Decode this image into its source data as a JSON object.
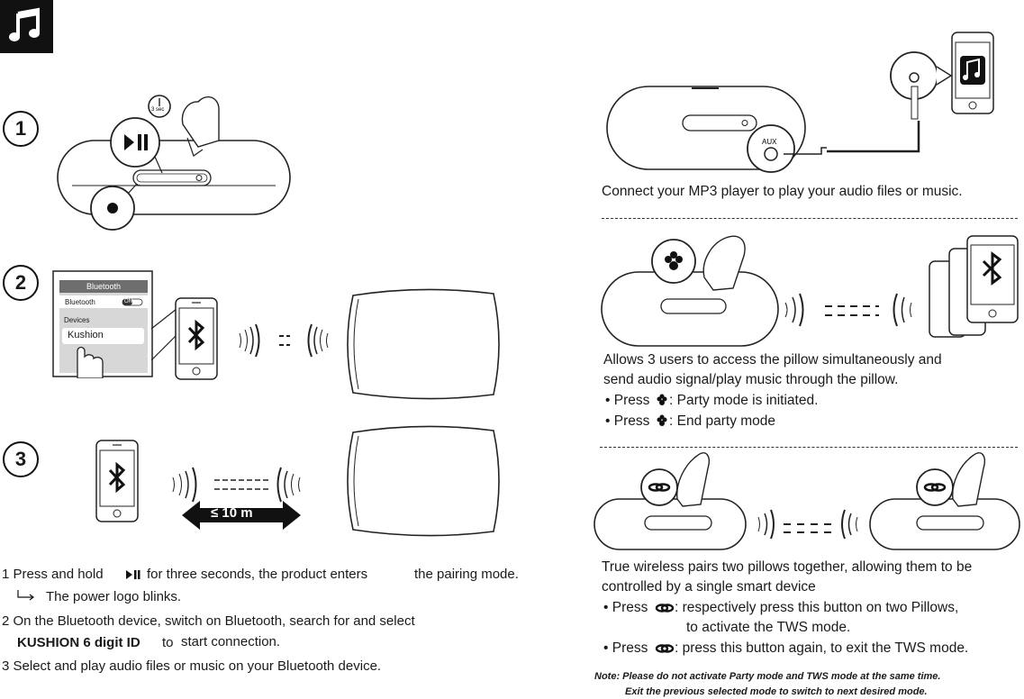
{
  "step_numbers": [
    "1",
    "2",
    "3"
  ],
  "illustrations": {
    "timer_label": "3 sec",
    "bt_screen_title": "Bluetooth",
    "bt_row_label": "Bluetooth",
    "bt_toggle": "ON",
    "devices_label": "Devices",
    "device_name": "Kushion",
    "distance": "≤ 10 m",
    "aux_label": "AUX"
  },
  "left_instructions": {
    "step1_a": "1  Press and hold",
    "step1_b": "for three seconds, the product enters",
    "step1_c": "the pairing mode.",
    "step1_sub": "The power logo blinks.",
    "step2_a": "2  On the Bluetooth device, switch on Bluetooth, search for and select",
    "step2_id": "KUSHION  6 digit ID",
    "step2_to": "to",
    "step2_end": "start connection.",
    "step3": "3  Select and play audio files or music on your Bluetooth device."
  },
  "right_sections": {
    "aux_caption": "Connect your MP3 player to play your audio files or music.",
    "party_line1": "Allows 3 users to access the pillow simultaneously and",
    "party_line2": "send audio signal/play music through the pillow.",
    "party_b1_pre": "• Press",
    "party_b1_post": ":  Party mode is initiated.",
    "party_b2_pre": "• Press",
    "party_b2_post": ":  End party mode",
    "tws_line1": "True wireless pairs two pillows together, allowing them to be",
    "tws_line2": "controlled by a single smart device",
    "tws_b1_pre": "• Press",
    "tws_b1_post": ":  respectively press this button on two Pillows,",
    "tws_b1_cont": "to activate the TWS mode.",
    "tws_b2_pre": "• Press",
    "tws_b2_post": ":  press this button again, to exit the TWS mode."
  },
  "note": {
    "line1": "Note: Please do not activate Party mode and TWS mode at the same time.",
    "line2": "Exit the previous selected mode to switch to next desired mode."
  }
}
